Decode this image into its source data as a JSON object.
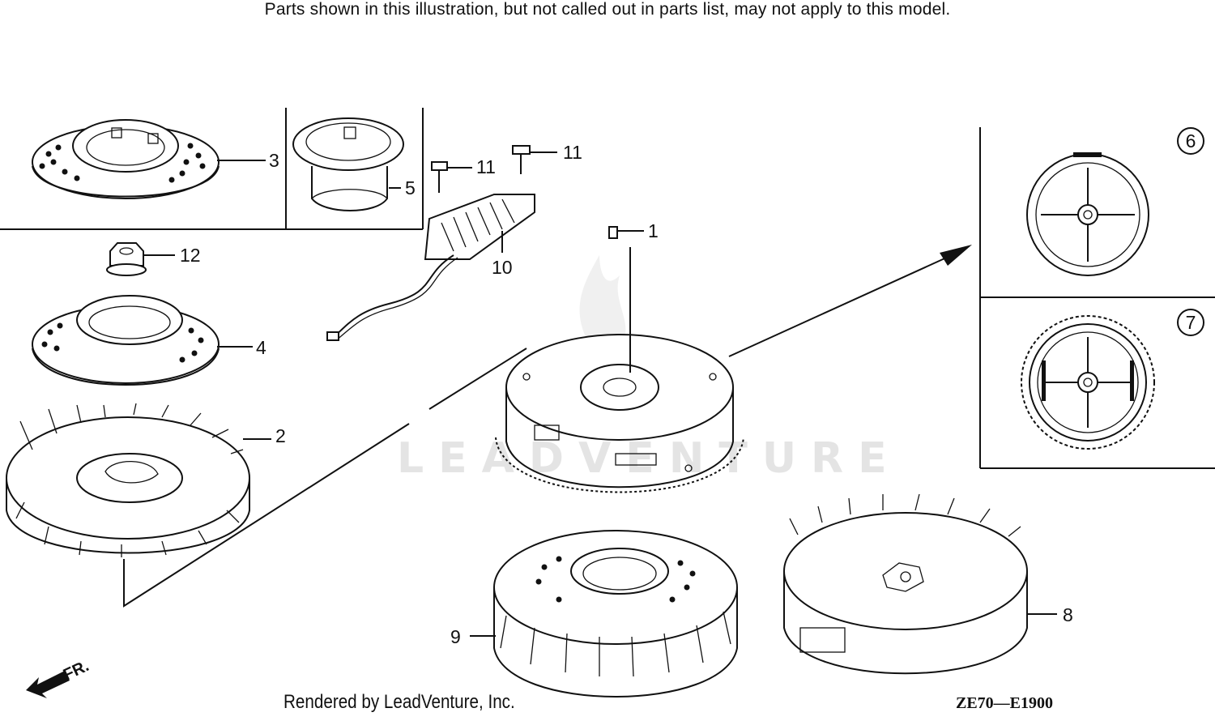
{
  "notice": "Parts shown in this illustration, but not called out in parts list, may not apply to this model.",
  "callouts": {
    "c1": "1",
    "c2": "2",
    "c3": "3",
    "c4": "4",
    "c5": "5",
    "c6": "6",
    "c7": "7",
    "c8": "8",
    "c9": "9",
    "c10": "10",
    "c11a": "11",
    "c11b": "11",
    "c12": "12"
  },
  "direction_label": "FR.",
  "credit": "Rendered by LeadVenture, Inc.",
  "diagram_code": "ZE70—E1900",
  "watermark": "LEADVENTURE",
  "icons": {
    "watermark": "flame-logo-icon",
    "direction": "front-arrow-icon"
  }
}
